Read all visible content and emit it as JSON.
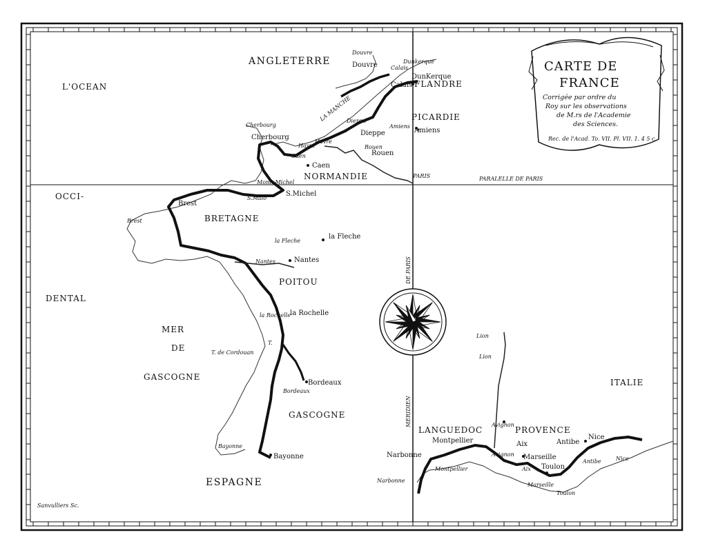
{
  "cartouche": {
    "title_line1": "CARTE DE",
    "title_line2": "FRANCE",
    "subtitle_line1": "Corrigée par ordre du",
    "subtitle_line2": "Roy sur les observations",
    "subtitle_line3": "de M.rs de l'Academie",
    "subtitle_line4": "des Sciences.",
    "reference": "Rec. de l'Acad. To. VII. Pl. VII. 1. 4 5 c."
  },
  "regions": {
    "angleterre": "ANGLETERRE",
    "ocean": "L'OCEAN",
    "occi": "OCCI-",
    "dental": "DENTAL",
    "flandre": "FLANDRE",
    "picardie": "PICARDIE",
    "normandie": "NORMANDIE",
    "bretagne": "BRETAGNE",
    "poitou": "POITOU",
    "mer": "MER",
    "de": "DE",
    "gascogne_sea": "GASCOGNE",
    "gascogne": "GASCOGNE",
    "espagne": "ESPAGNE",
    "languedoc": "LANGUEDOC",
    "provence": "PROVENCE",
    "italie": "ITALIE",
    "la_manche": "LA MANCHE"
  },
  "cities_new": {
    "douvre": "Douvre",
    "calais": "Calais",
    "dunkerque": "DunKerque",
    "dieppe": "Dieppe",
    "amiens": "Amiens",
    "cherbourg": "Cherbourg",
    "havre": "Havre",
    "rouen": "Rouen",
    "caen": "Caen",
    "st_malo": "S.Malo",
    "s_michel": "S.Michel",
    "brest": "Brest",
    "la_fleche": "la Fleche",
    "nantes": "Nantes",
    "la_rochelle": "la Rochelle",
    "t_cordouan": "T.",
    "bordeaux": "Bordeaux",
    "bayonne": "Bayonne",
    "narbonne": "Narbonne",
    "montpellier": "Montpellier",
    "avignon": "Avignon",
    "aix": "Aix",
    "marseille": "Marseille",
    "toulon": "Toulon",
    "antibe": "Antibe",
    "nice": "Nice",
    "lion": "Lion"
  },
  "cities_old": {
    "douvre": "Douvre",
    "calais": "Calais",
    "dunkerque": "Dunkerque",
    "dieppe": "Dieppe",
    "amiens": "Amiens",
    "cherbourg": "Cherbourg",
    "havre": "Havre",
    "rouen": "Rouen",
    "caen": "Caen",
    "mont_michel": "Mont. Michel",
    "brest": "Brest",
    "la_fleche": "la Fleche",
    "nantes": "Nantes",
    "la_rochelle": "la Rochelle",
    "t_cordouan": "T. de Cordouan",
    "bordeaux": "Bordeaux",
    "bayonne": "Bayonne",
    "narbonne": "Narbonne",
    "montpellier": "Montpellier",
    "avignon": "Avignon",
    "aix": "Aix",
    "marseille": "Marseille",
    "toulon": "Toulon",
    "antibe": "Antibe",
    "nice": "Nice",
    "lion": "Lion"
  },
  "lines": {
    "paris": "PARIS",
    "paralelle": "PARALELLE DE PARIS",
    "meridien_de_paris": "DE PARIS",
    "meridien": "MERIDIEN"
  },
  "engraver": "Sanvulliers Sc.",
  "colors": {
    "ink": "#111111",
    "paper": "#ffffff"
  }
}
